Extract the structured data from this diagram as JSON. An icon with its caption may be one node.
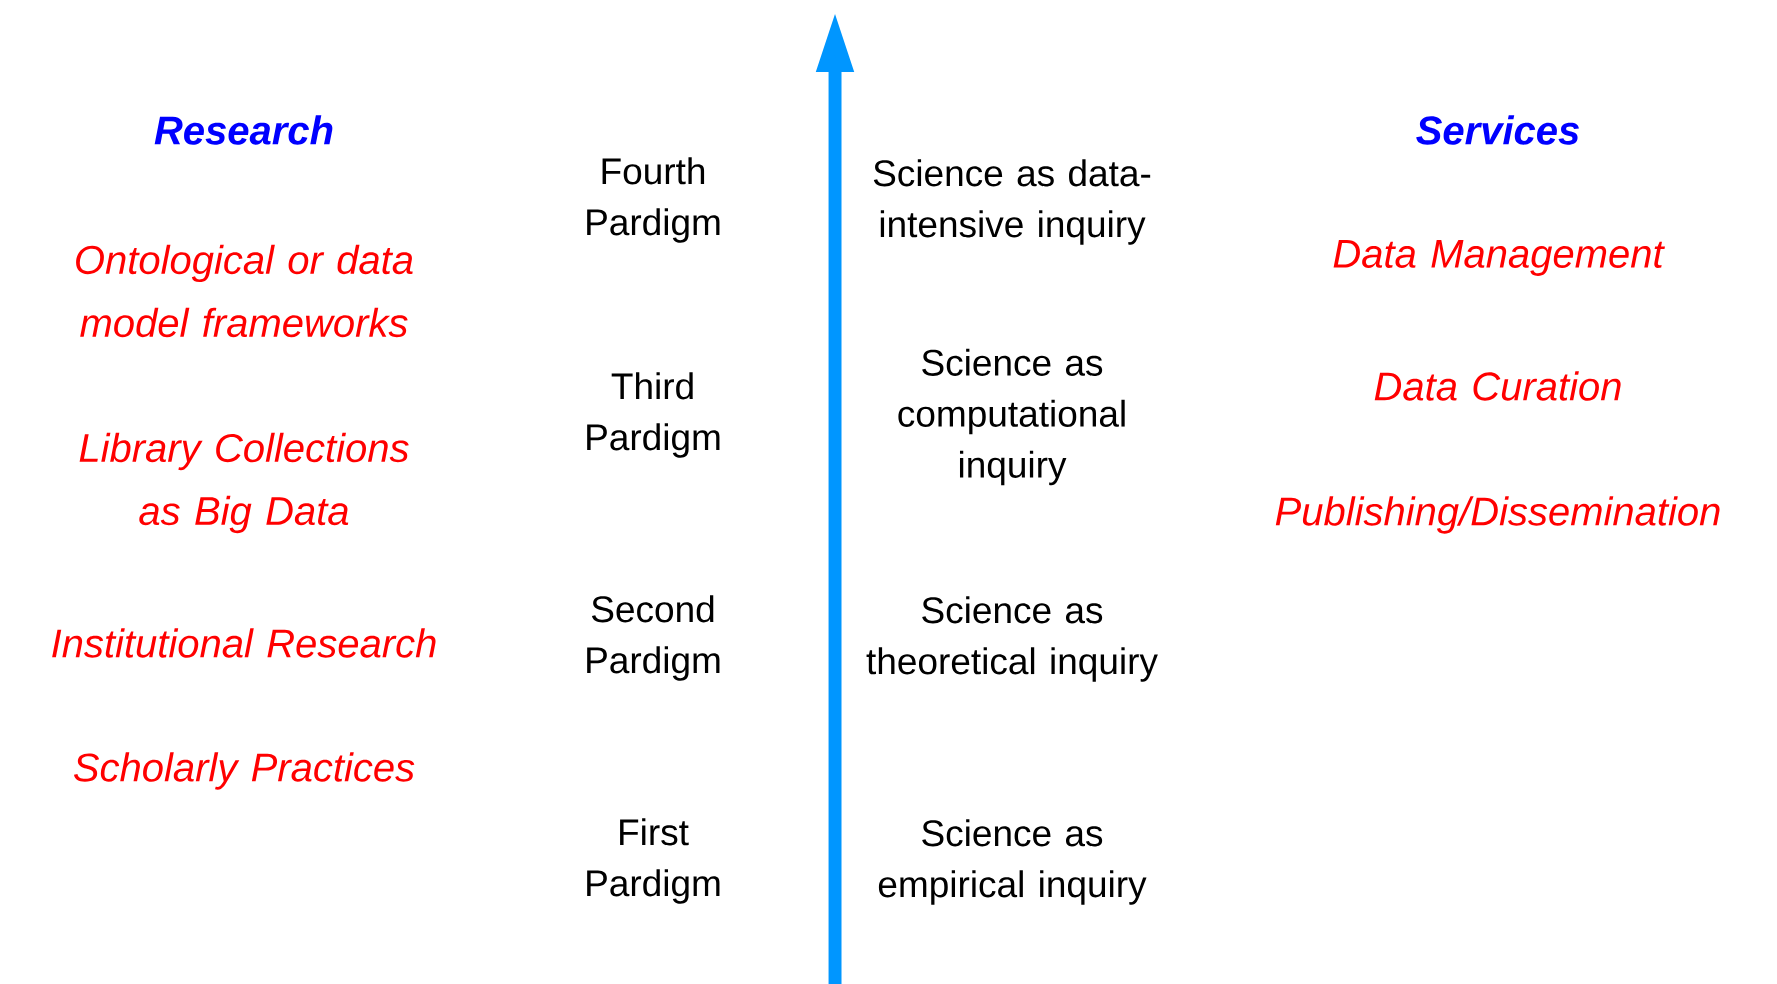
{
  "diagram": {
    "labels": [
      "Research",
      "Ontological or data model frameworks",
      "Library Collections as Big Data",
      "Institutional Research",
      "Scholarly Practices",
      "Fourth Pardigm",
      "Third Pardigm",
      "Second Pardigm",
      "First Pardigm",
      "Science as data-intensive inquiry",
      "Science as computational inquiry",
      "Science as theoretical inquiry",
      "Science as empirical inquiry",
      "Services",
      "Data Management",
      "Data Curation",
      "Publishing/Dissemination"
    ]
  }
}
